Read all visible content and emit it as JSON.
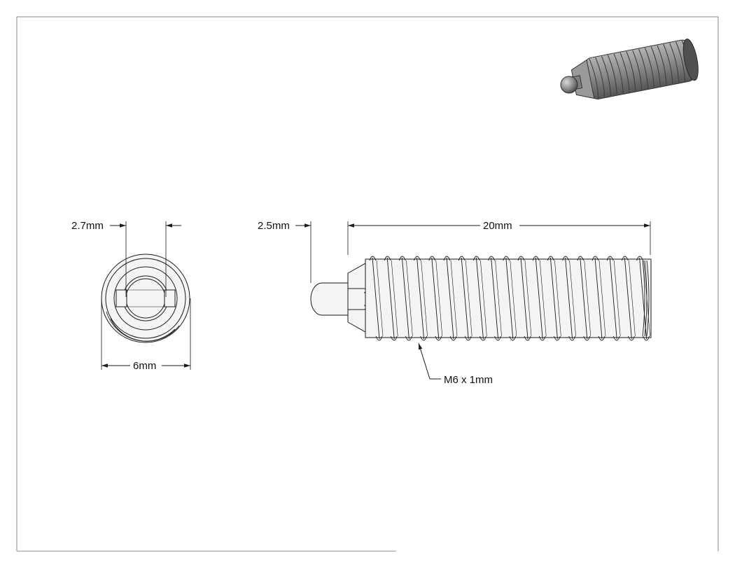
{
  "drawing": {
    "end_view": {
      "dim_slot": "2.7mm",
      "dim_diameter": "6mm"
    },
    "side_view": {
      "dim_tip": "2.5mm",
      "dim_length": "20mm",
      "thread_callout": "M6 x 1mm"
    }
  },
  "colors": {
    "line": "#1a1a1a",
    "frame": "#8a8a8a",
    "part_fill": "#f4f4f4",
    "iso_metal": "#8e8e8e"
  }
}
